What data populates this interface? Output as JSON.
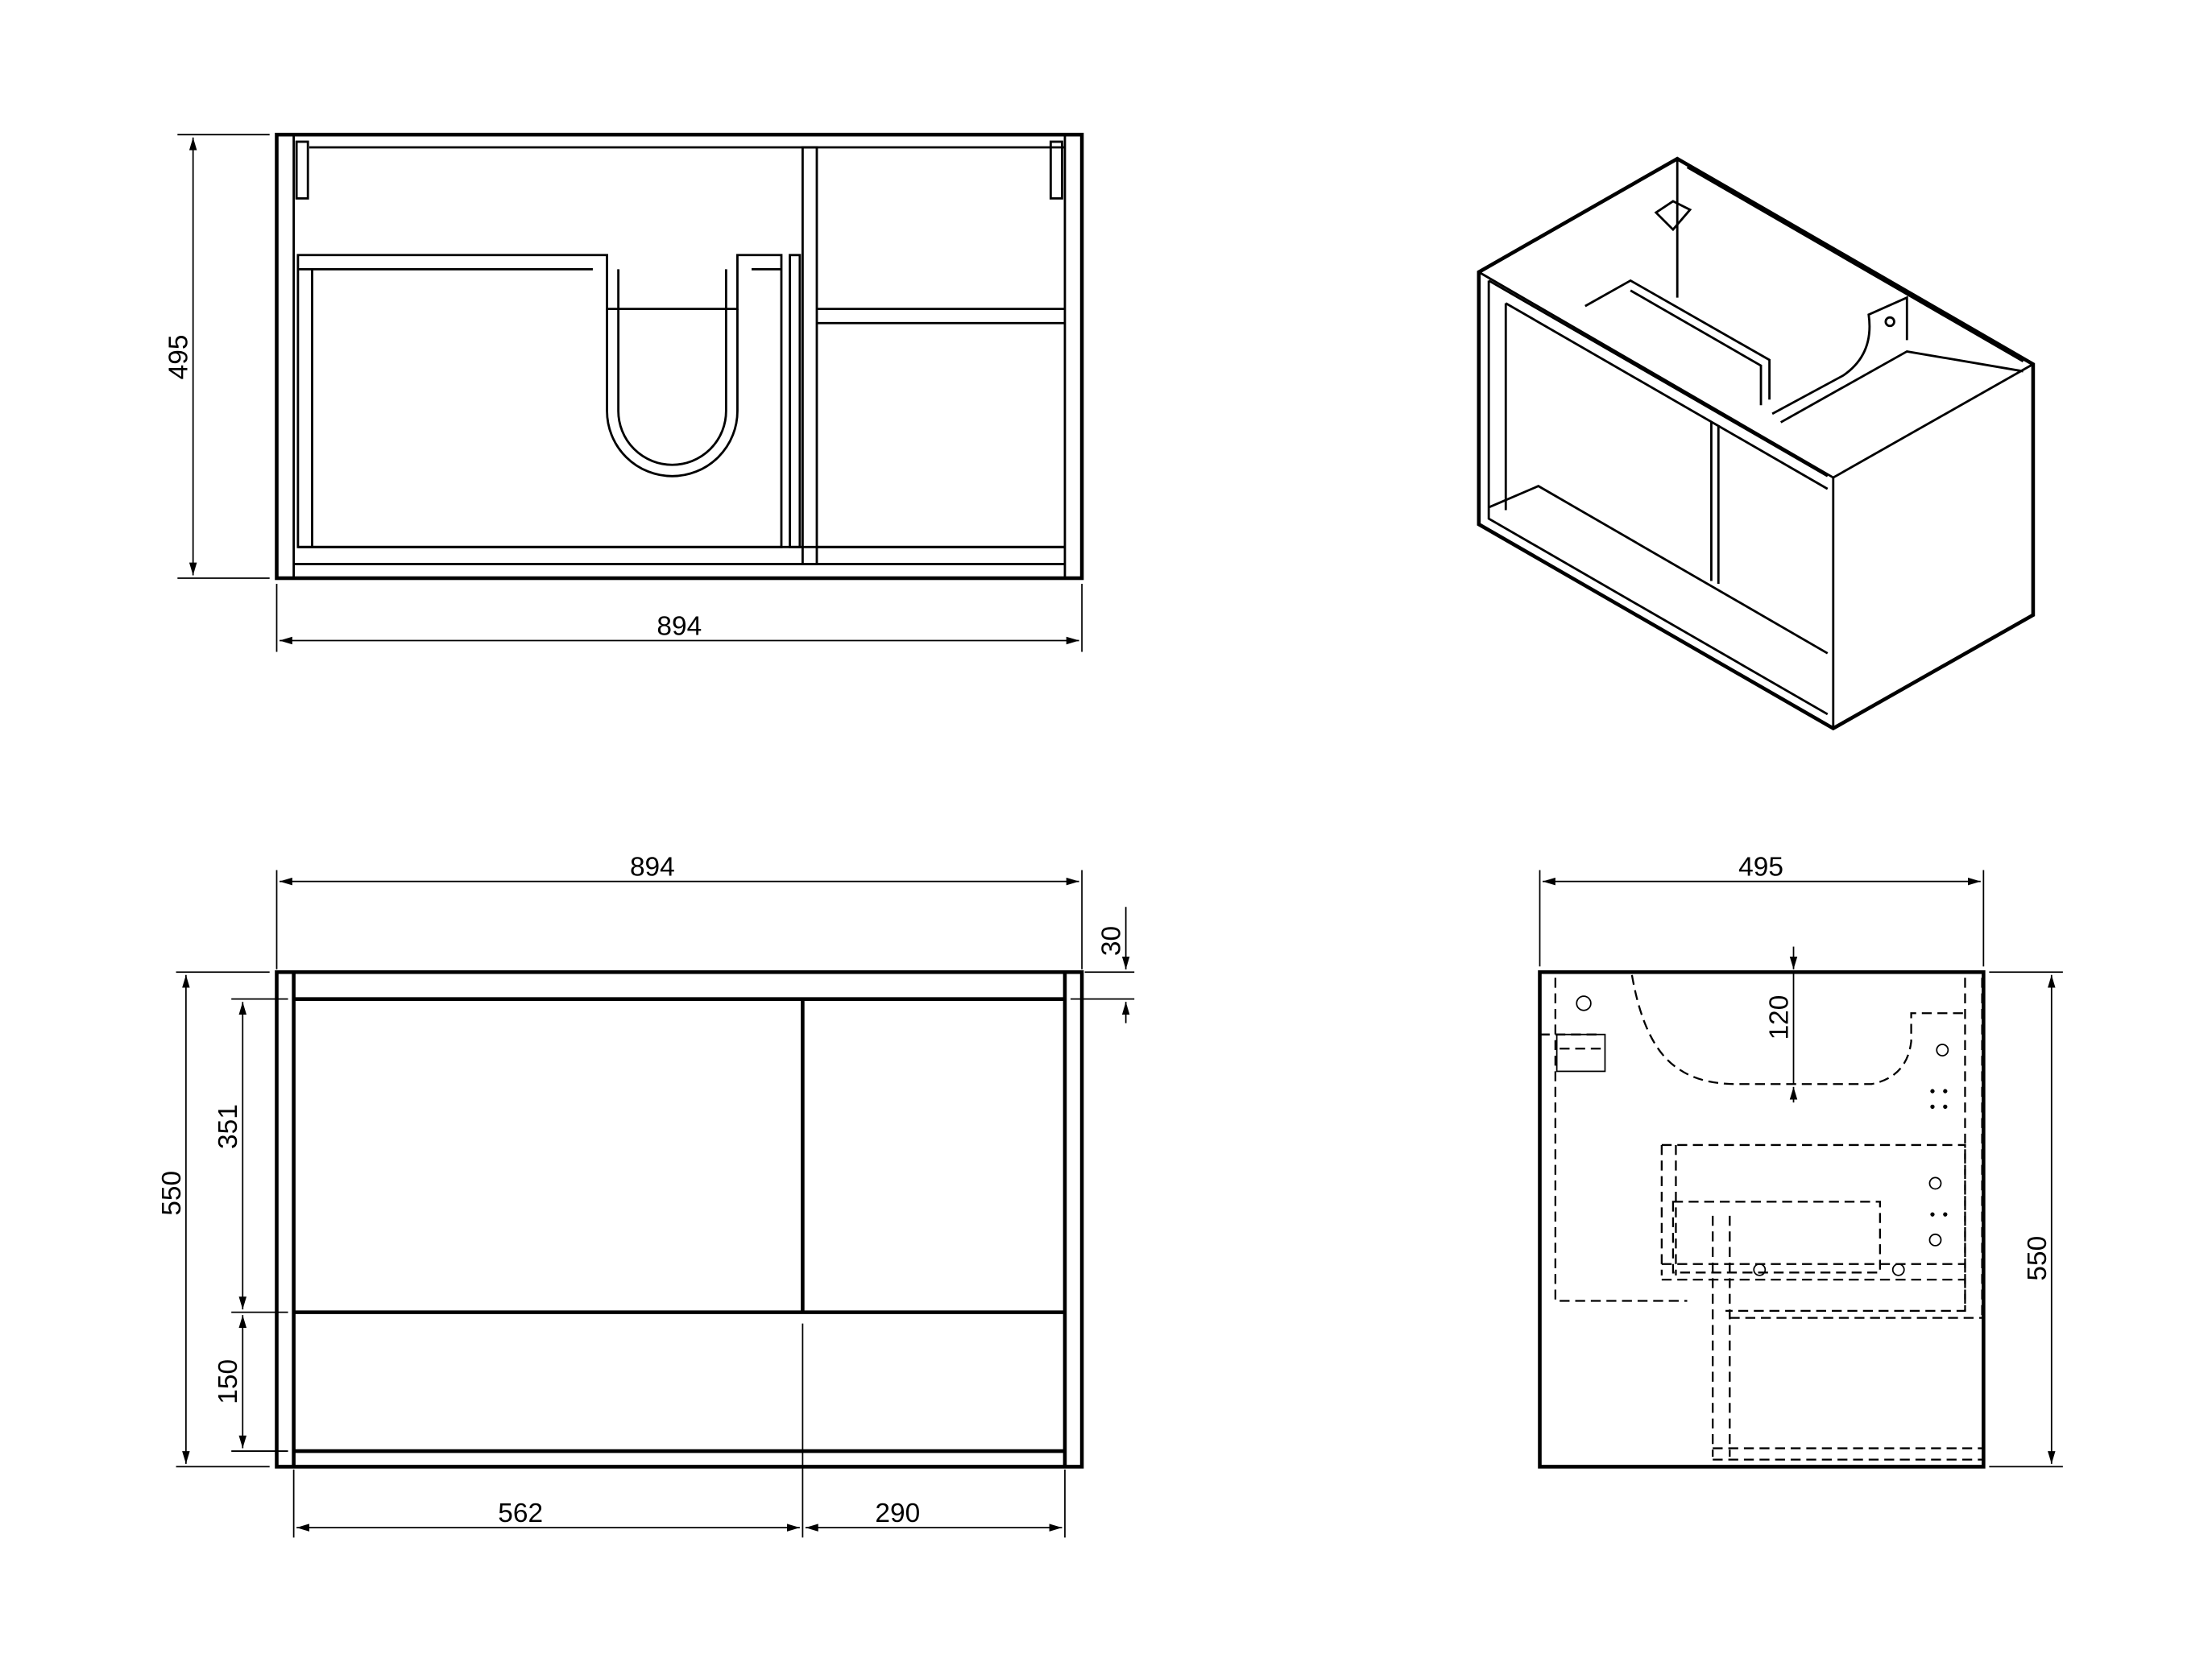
{
  "drawing": {
    "top_view": {
      "width_label": "894",
      "depth_label": "495"
    },
    "front_view": {
      "width_label": "894",
      "top_gap_label": "30",
      "height_label": "550",
      "upper_door_label": "351",
      "lower_open_label": "150",
      "left_section_label": "562",
      "right_section_label": "290"
    },
    "side_view": {
      "depth_label": "495",
      "height_label": "550",
      "basin_depth_label": "120"
    }
  },
  "colors": {
    "line": "#000000",
    "background": "#ffffff"
  }
}
